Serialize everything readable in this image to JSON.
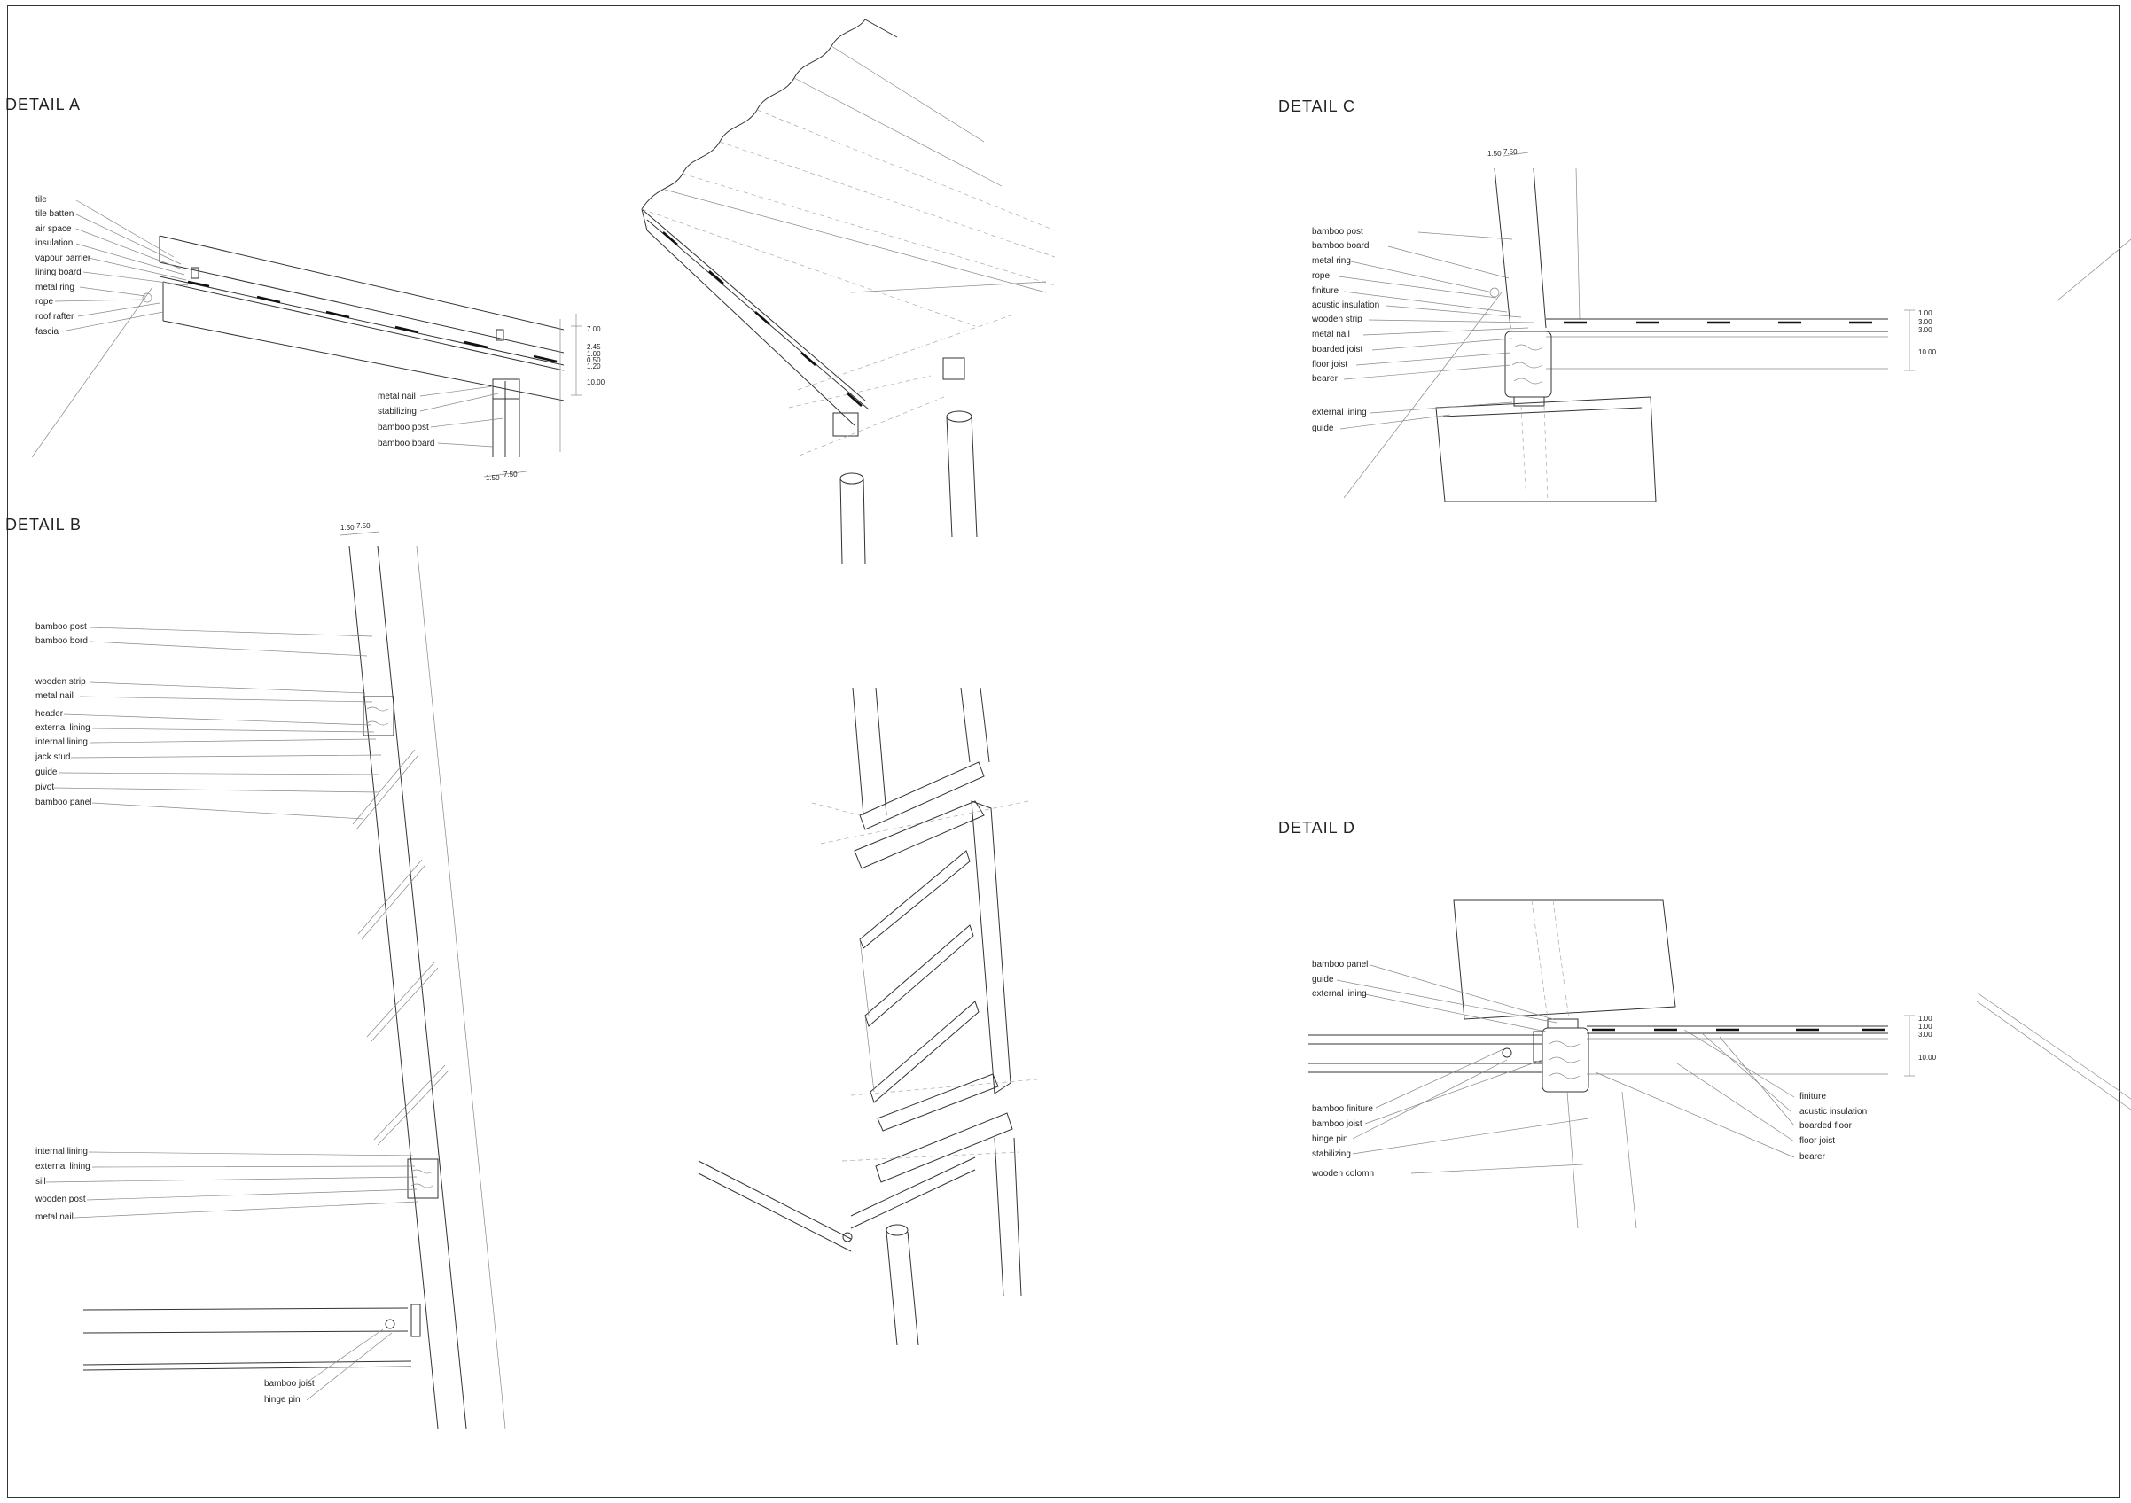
{
  "detail_a": {
    "title": "DETAIL  A",
    "labels": [
      "tile",
      "tile batten",
      "air space",
      "insulation",
      "vapour barrier",
      "lining board",
      "metal ring",
      "rope",
      "roof rafter",
      "fascia"
    ],
    "labels_right": [
      "metal nail",
      "stabilizing",
      "bamboo post",
      "bamboo board"
    ],
    "dims_post": [
      "1.50",
      "7.50"
    ],
    "dims_layers": [
      "7.00",
      "2.45",
      "1.00",
      "0.50",
      "1.20",
      "10.00"
    ]
  },
  "detail_b": {
    "title": "DETAIL  B",
    "dims_post": [
      "1.50",
      "7.50"
    ],
    "labels_top": [
      "bamboo post",
      "bamboo bord"
    ],
    "labels_mid": [
      "wooden strip",
      "metal nail",
      "header",
      "external lining",
      "internal lining",
      "jack stud",
      "guide",
      "pivot",
      "bamboo panel"
    ],
    "labels_bottom": [
      "internal lining",
      "external lining",
      "sill",
      "wooden post",
      "metal nail"
    ],
    "labels_base": [
      "bamboo joist",
      "hinge pin"
    ]
  },
  "detail_c": {
    "title": "DETAIL  C",
    "dims_post": [
      "1.50",
      "7.50"
    ],
    "labels": [
      "bamboo post",
      "bamboo board",
      "metal ring",
      "rope",
      "finiture",
      "acustic insulation",
      "wooden strip",
      "metal nail",
      "boarded joist",
      "floor joist",
      "bearer"
    ],
    "labels_lower": [
      "external lining",
      "guide"
    ],
    "dims_layers": [
      "1.00",
      "3.00",
      "3.00",
      "10.00"
    ]
  },
  "detail_d": {
    "title": "DETAIL  D",
    "labels_top": [
      "bamboo panel",
      "guide",
      "external lining"
    ],
    "labels_left": [
      "bamboo finiture",
      "bamboo joist",
      "hinge pin",
      "stabilizing",
      "wooden colomn"
    ],
    "labels_right": [
      "finiture",
      "acustic insulation",
      "boarded floor",
      "floor joist",
      "bearer"
    ],
    "dims_layers": [
      "1.00",
      "1.00",
      "3.00",
      "10.00"
    ]
  }
}
